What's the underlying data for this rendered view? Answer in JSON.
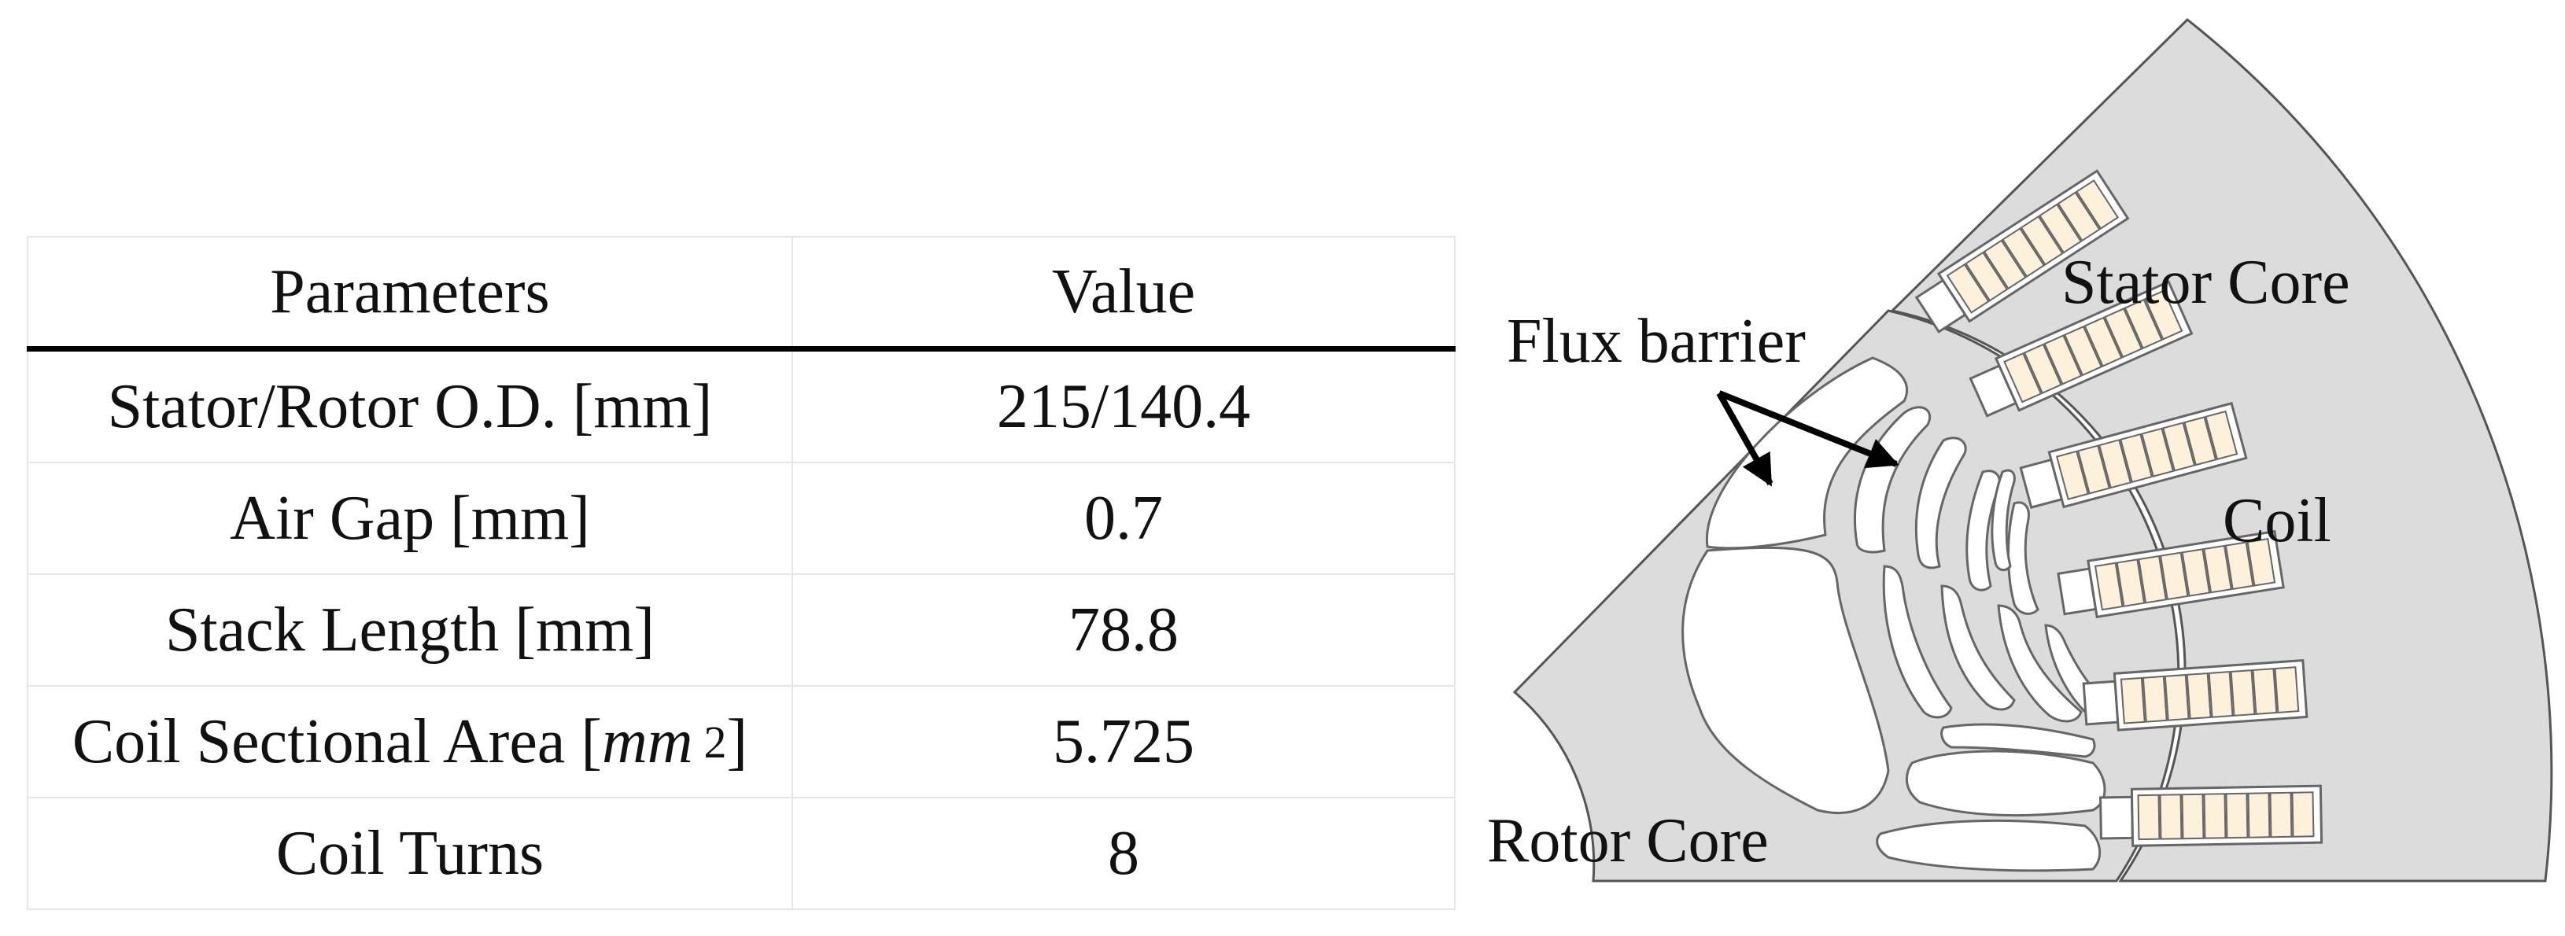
{
  "table": {
    "headers": {
      "parameter": "Parameters",
      "value": "Value"
    },
    "rows": [
      {
        "parameter": "Stator/Rotor O.D. [mm]",
        "value": "215/140.4"
      },
      {
        "parameter": "Air Gap [mm]",
        "value": "0.7"
      },
      {
        "parameter": "Stack Length [mm]",
        "value": "78.8"
      },
      {
        "parameter_main": "Coil Sectional Area [",
        "parameter_unit": "mm",
        "parameter_sup": "2",
        "parameter_end": "]",
        "value": "5.725"
      },
      {
        "parameter": "Coil Turns",
        "value": "8"
      }
    ]
  },
  "diagram": {
    "labels": {
      "stator_core": "Stator Core",
      "flux_barrier": "Flux barrier",
      "coil": "Coil",
      "rotor_core": "Rotor Core"
    },
    "colors": {
      "core_fill": "#dcdcdc",
      "coil_fill": "#fdf1dc",
      "outline": "#555555",
      "arrow": "#000000"
    }
  }
}
